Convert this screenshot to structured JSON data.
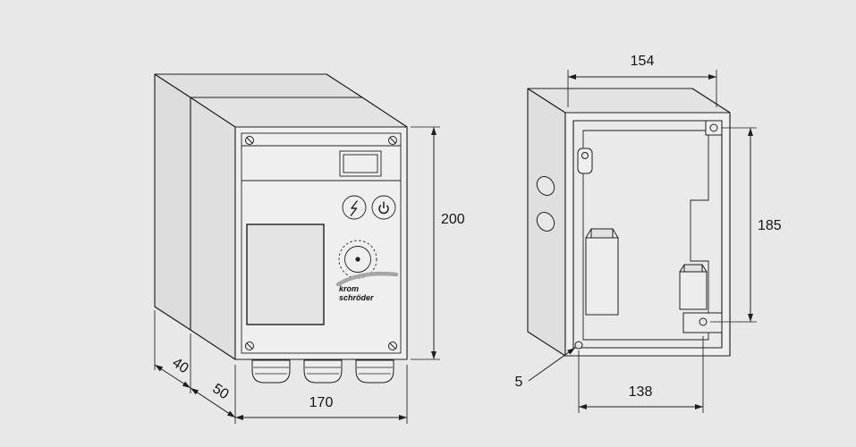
{
  "colors": {
    "background": "#e8e8e8",
    "ink": "#1f1f1f",
    "swoosh_gray": "#a6a6a6"
  },
  "left_view": {
    "dims": {
      "height": "200",
      "width": "170",
      "front_depth": "50",
      "back_depth": "40"
    },
    "logo": {
      "line1": "krom",
      "line2": "schröder"
    },
    "icons": {
      "reset": "reset-lightning-icon",
      "power": "power-icon"
    }
  },
  "right_view": {
    "dims": {
      "top_width": "154",
      "side_height": "185",
      "hole_spacing": "138",
      "hole_diameter": "5"
    }
  }
}
